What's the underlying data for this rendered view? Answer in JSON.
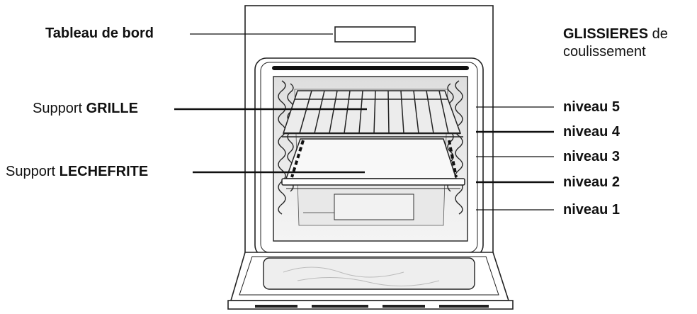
{
  "labels": {
    "control_panel": "Tableau de bord",
    "slides_bold": "GLISSIERES",
    "slides_rest_1": "de",
    "slides_rest_2": "coulissement",
    "grid_prefix": "Support",
    "grid_bold": "GRILLE",
    "pan_prefix": "Support",
    "pan_bold": "LECHEFRITE",
    "level_5": "niveau 5",
    "level_4": "niveau 4",
    "level_3": "niveau 3",
    "level_2": "niveau 2",
    "level_1": "niveau 1"
  }
}
